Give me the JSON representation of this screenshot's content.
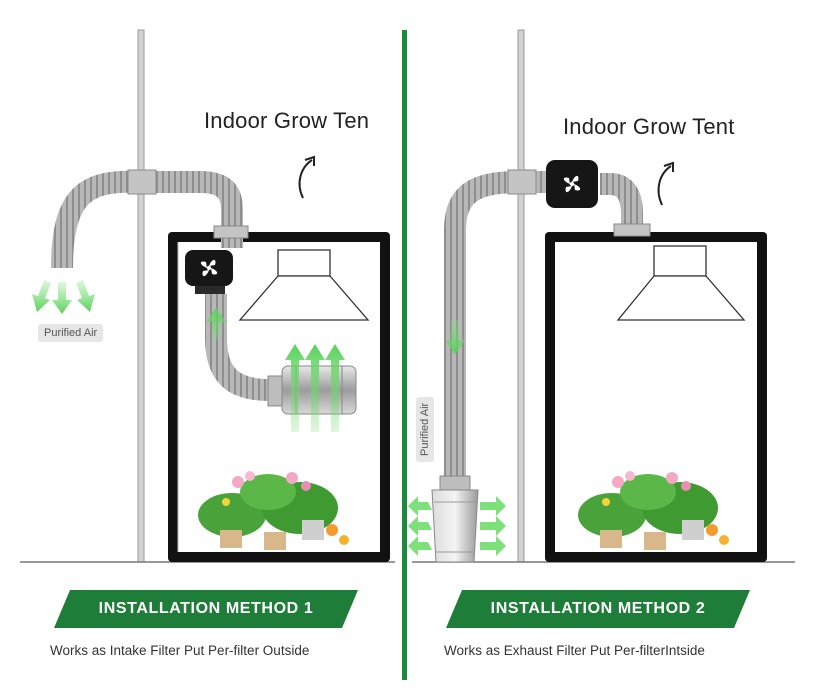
{
  "colors": {
    "accent_green": "#1e8a3c",
    "banner_green": "#1f7d3a",
    "arrow_green": "#7ee07a",
    "tent_frame": "#1a1a1a",
    "duct_gray": "#a9a9a9"
  },
  "panel_left": {
    "title": "Indoor Grow Ten",
    "air_label": "Purified Air",
    "method_label": "INSTALLATION METHOD 1",
    "description": "Works as Intake Filter Put Per-filter Outside"
  },
  "panel_right": {
    "title": "Indoor Grow Tent",
    "air_label": "Purified Air",
    "method_label": "INSTALLATION METHOD 2",
    "description": "Works as Exhaust Filter Put Per-filterIntside"
  },
  "icons": [
    "fan-icon",
    "rotate-arrow-icon",
    "airflow-arrow-icon",
    "carbon-filter-icon",
    "grow-light-icon",
    "plant-icon"
  ]
}
